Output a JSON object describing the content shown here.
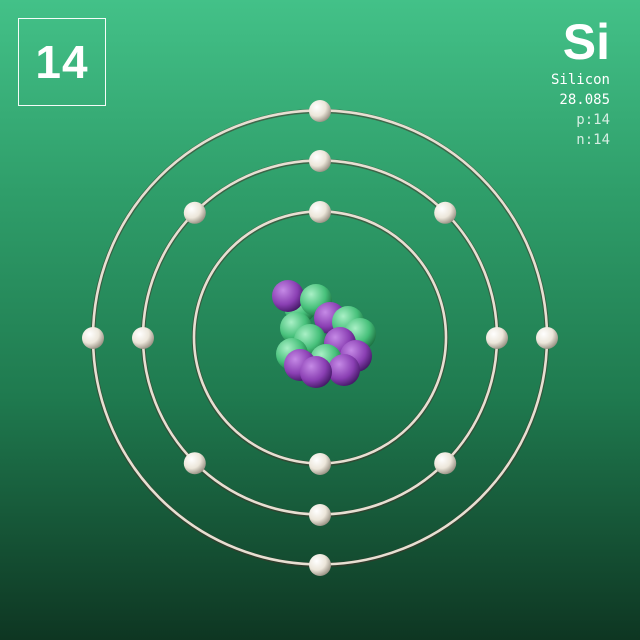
{
  "element": {
    "atomic_number": "14",
    "symbol": "Si",
    "name": "Silicon",
    "atomic_mass": "28.085",
    "protons_label": "p:14",
    "neutrons_label": "n:14"
  },
  "shells": [
    {
      "electrons": 2
    },
    {
      "electrons": 8
    },
    {
      "electrons": 4
    }
  ],
  "colors": {
    "background_top": "#43c188",
    "background_bottom": "#0e3622",
    "orbit": "#e7dfd2",
    "electron": "#f3efe6",
    "proton": "#8a3fb3",
    "neutron": "#46c07a"
  }
}
